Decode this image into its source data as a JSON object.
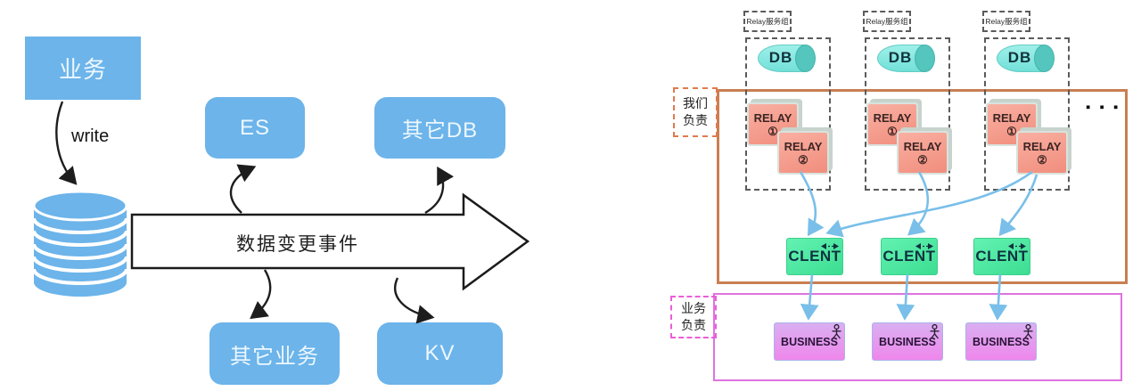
{
  "left": {
    "business_label": "业务",
    "write_label": "write",
    "event_arrow_label": "数据变更事件",
    "es_label": "ES",
    "other_db_label": "其它DB",
    "other_business_label": "其它业务",
    "kv_label": "KV"
  },
  "right": {
    "relay_group_label": "Relay服务组",
    "db_label": "DB",
    "relay_label": "RELAY",
    "relay1_num": "①",
    "relay2_num": "②",
    "client_label": "CLENT",
    "business_label": "BUSINESS",
    "we_responsible_line1": "我们",
    "we_responsible_line2": "负责",
    "biz_responsible_line1": "业务",
    "biz_responsible_line2": "负责",
    "more_indicator": "▪ ▪ ▪"
  },
  "icons": {
    "client_sync_icon": "sync-arrows",
    "business_actor_icon": "uml-actor"
  },
  "colors": {
    "left_box_blue": "#6CB4EA",
    "arrow_black": "#1d1d1d",
    "our_region_orange": "#C97E52",
    "business_region_magenta": "#DF73DE",
    "relay_salmon": "#F49A8B",
    "db_cyan": "#7FE5DE",
    "client_green": "#45E89E",
    "business_purple": "#E58CEB",
    "flow_arrow_blue": "#79BFE9"
  }
}
